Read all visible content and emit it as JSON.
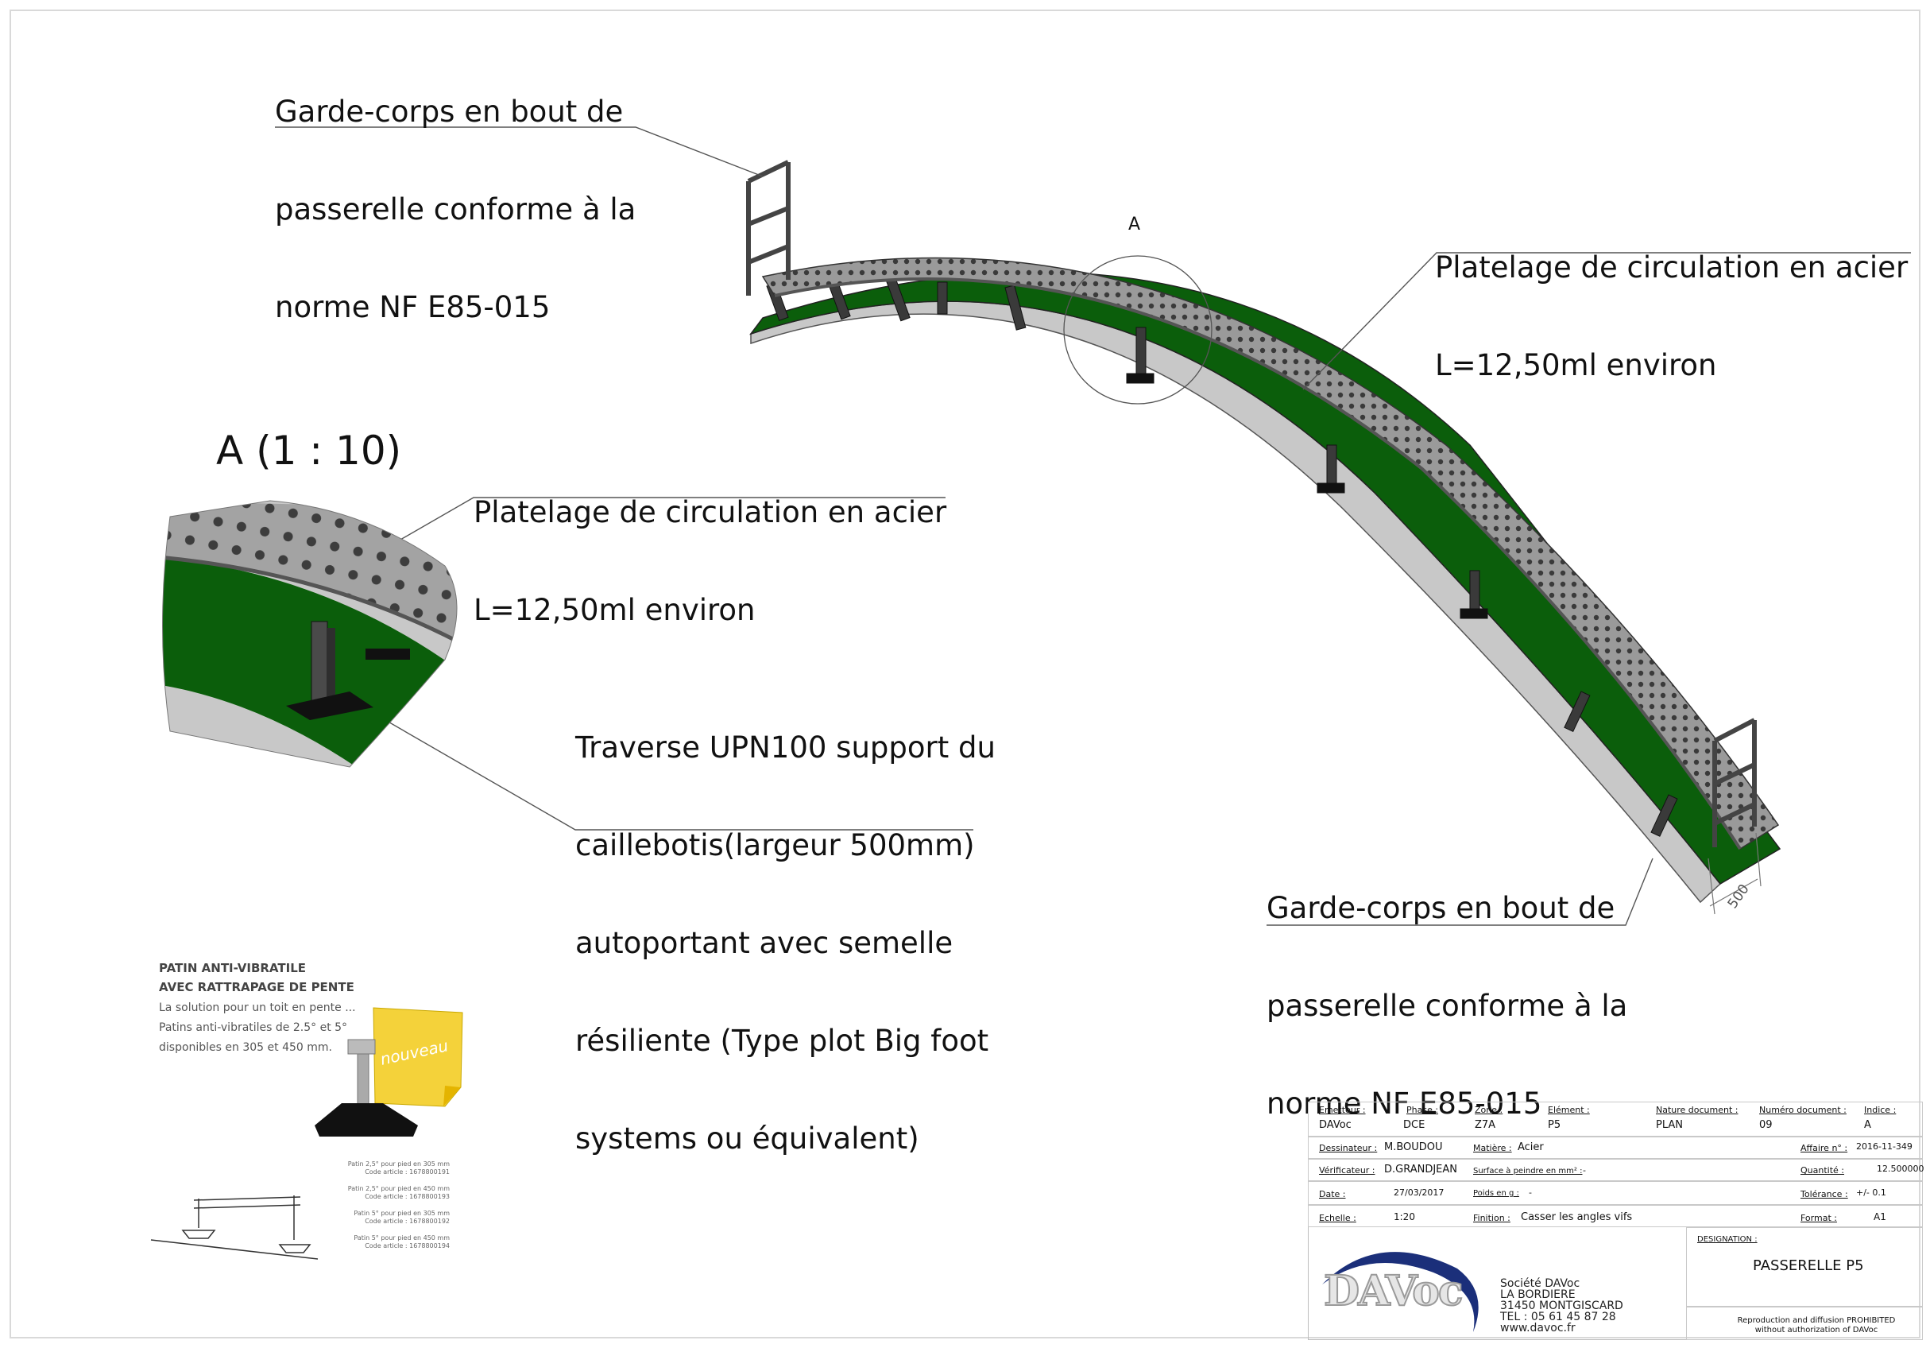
{
  "callouts": {
    "railing_top": [
      "Garde-corps en bout de",
      "passerelle conforme à la",
      "norme NF E85-015"
    ],
    "deck_main": [
      "Platelage de circulation en acier",
      "L=12,50ml environ"
    ],
    "deck_detail": [
      "Platelage de circulation en acier",
      "L=12,50ml environ"
    ],
    "support": [
      "Traverse UPN100 support du",
      "caillebotis(largeur 500mm)",
      "autoportant avec semelle",
      "résiliente (Type plot Big foot",
      "systems ou équivalent)"
    ],
    "railing_bottom": [
      "Garde-corps en bout de",
      "passerelle conforme à la",
      "norme NF E85-015"
    ]
  },
  "detail": {
    "title": "A (1 : 10)",
    "marker": "A"
  },
  "dimension": "500",
  "colors": {
    "roof": "#0b5e0b",
    "deck": "#8a8a8a",
    "edge": "#c8c8c8",
    "steel": "#444444"
  },
  "product": {
    "title": [
      "PATIN ANTI-VIBRATILE",
      "AVEC RATTRAPAGE DE PENTE"
    ],
    "text": [
      "La solution pour un toit en pente ...",
      "Patins anti-vibratiles de 2.5° et 5°",
      "disponibles en 305 et 450 mm."
    ],
    "badge": "nouveau",
    "codes": [
      [
        "Patin 2,5° pour pied en 305 mm",
        "Code article : 1678800191"
      ],
      [
        "Patin 2,5° pour pied en 450 mm",
        "Code article : 1678800193"
      ],
      [
        "Patin 5° pour pied en 305 mm",
        "Code article : 1678800192"
      ],
      [
        "Patin 5° pour pied en 450 mm",
        "Code article : 1678800194"
      ]
    ]
  },
  "title_block": {
    "emetteur": {
      "label": "Emetteur :",
      "value": "DAVoc"
    },
    "phase": {
      "label": "Phase :",
      "value": "DCE"
    },
    "zone": {
      "label": "Zone :",
      "value": "Z7A"
    },
    "element": {
      "label": "Elément :",
      "value": "P5"
    },
    "nature": {
      "label": "Nature document :",
      "value": "PLAN"
    },
    "numero": {
      "label": "Numéro document :",
      "value": "09"
    },
    "indice": {
      "label": "Indice :",
      "value": "A"
    },
    "dessinateur": {
      "label": "Dessinateur :",
      "value": "M.BOUDOU"
    },
    "matiere": {
      "label": "Matière :",
      "value": "Acier"
    },
    "affaire": {
      "label": "Affaire n° :",
      "value": "2016-11-349"
    },
    "verificateur": {
      "label": "Vérificateur :",
      "value": "D.GRANDJEAN"
    },
    "surface": {
      "label": "Surface à peindre en mm² :",
      "value": "-"
    },
    "quantite": {
      "label": "Quantité :",
      "value": "12.500000"
    },
    "date": {
      "label": "Date :",
      "value": "27/03/2017"
    },
    "poids": {
      "label": "Poids en g :",
      "value": "-"
    },
    "tolerance": {
      "label": "Tolérance :",
      "value": "+/- 0.1"
    },
    "echelle": {
      "label": "Echelle :",
      "value": "1:20"
    },
    "finition": {
      "label": "Finition :",
      "value": "Casser les angles vifs"
    },
    "format": {
      "label": "Format :",
      "value": "A1"
    },
    "designation": {
      "label": "DESIGNATION :",
      "value": "PASSERELLE P5"
    },
    "company": [
      "Société DAVoc",
      "LA BORDIERE",
      "31450 MONTGISCARD",
      "TEL : 05 61 45 87 28",
      "www.davoc.fr"
    ],
    "logo": "DAVoc",
    "repro": [
      "Reproduction and diffusion PROHIBITED",
      "without authorization of DAVoc"
    ]
  }
}
